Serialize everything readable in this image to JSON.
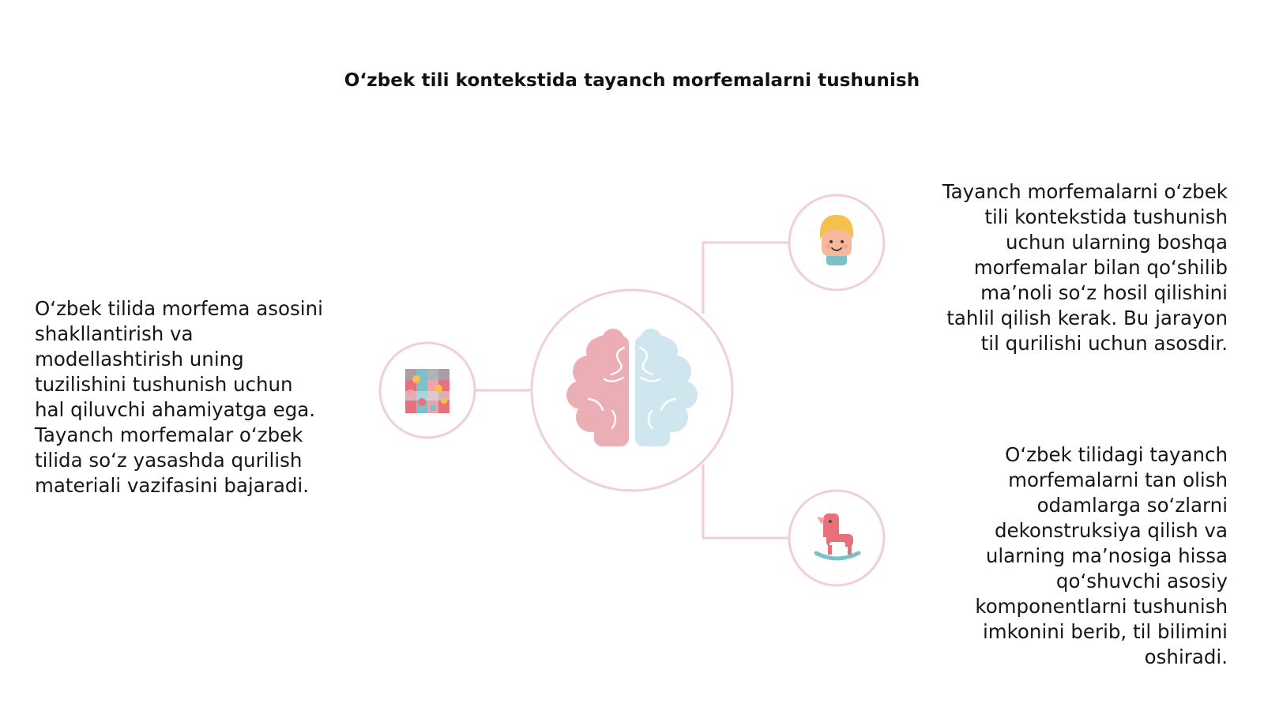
{
  "title": "O‘zbek tili kontekstida tayanch morfemalarni tushunish",
  "colors": {
    "connector": "#f3cdd2",
    "circle_stroke": "#f0cfd5",
    "brain_left": "#ecaeb5",
    "brain_right": "#cfe6ef",
    "accent_red": "#e8707a",
    "accent_teal": "#7cc1c7",
    "accent_yellow": "#f4c04e"
  },
  "icons": {
    "center": "brain-icon",
    "left": "puzzle-icon",
    "right_top": "child-face-icon",
    "right_bottom": "rocking-horse-icon"
  },
  "paragraphs": {
    "left": {
      "lines": [
        "O‘zbek tilida morfema asosini",
        "shakllantirish va",
        "modellashtirish uning",
        "tuzilishini tushunish uchun",
        "hal qiluvchi ahamiyatga ega.",
        "Tayanch morfemalar o‘zbek",
        "tilida so‘z yasashda qurilish",
        "materiali vazifasini bajaradi."
      ]
    },
    "right_top": {
      "lines": [
        "Tayanch morfemalarni o‘zbek",
        "tili kontekstida tushunish",
        "uchun ularning boshqa",
        "morfemalar bilan qo‘shilib",
        "ma’noli so‘z hosil qilishini",
        "tahlil qilish kerak. Bu jarayon",
        "til qurilishi uchun asosdir."
      ]
    },
    "right_bottom": {
      "lines": [
        "O‘zbek tilidagi tayanch",
        "morfemalarni tan olish",
        "odamlarga so‘zlarni",
        "dekonstruksiya qilish va",
        "ularning ma’nosiga hissa",
        "qo‘shuvchi asosiy",
        "komponentlarni tushunish",
        "imkonini berib, til bilimini",
        "oshiradi."
      ]
    }
  }
}
